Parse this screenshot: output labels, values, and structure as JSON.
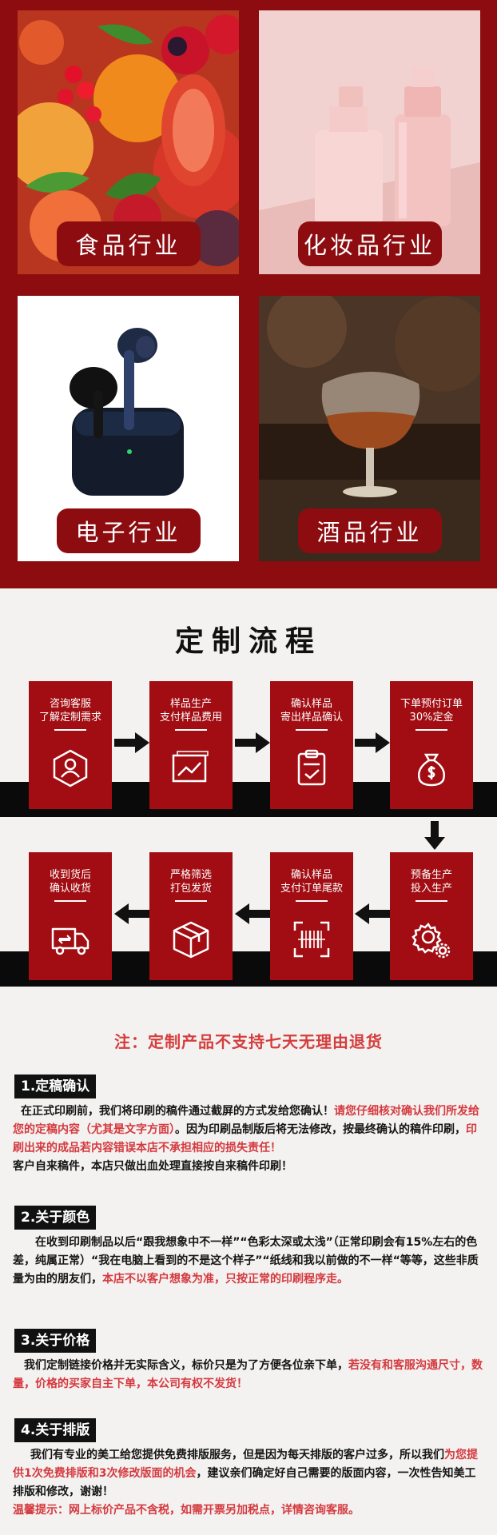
{
  "industries": {
    "food": "食品行业",
    "cosmetic": "化妆品行业",
    "electronic": "电子行业",
    "wine": "酒品行业"
  },
  "process": {
    "title": "定制流程",
    "steps": [
      {
        "line1": "咨询客服",
        "line2": "了解定制需求",
        "icon": "consult-icon"
      },
      {
        "line1": "样品生产",
        "line2": "支付样品费用",
        "icon": "image-chart-icon"
      },
      {
        "line1": "确认样品",
        "line2": "寄出样品确认",
        "icon": "clipboard-check-icon"
      },
      {
        "line1": "下单预付订单",
        "line2": "30%定金",
        "icon": "money-bag-icon"
      },
      {
        "line1": "预备生产",
        "line2": "投入生产",
        "icon": "gear-icon"
      },
      {
        "line1": "确认样品",
        "line2": "支付订单尾款",
        "icon": "barcode-scan-icon"
      },
      {
        "line1": "严格筛选",
        "line2": "打包发货",
        "icon": "package-box-icon"
      },
      {
        "line1": "收到货后",
        "line2": "确认收货",
        "icon": "delivery-truck-icon"
      }
    ]
  },
  "notice": "注：定制产品不支持七天无理由退货",
  "sections": [
    {
      "title": "1.定稿确认",
      "parts": [
        {
          "text": "在正式印刷前，我们将印刷的稿件通过截屏的方式发给您确认！",
          "red": false
        },
        {
          "text": "请您仔细核对确认我们所发给您的定稿内容（尤其是文字方面）",
          "red": true
        },
        {
          "text": "。因为印刷品制版后将无法修改，按最终确认的稿件印刷，",
          "red": false
        },
        {
          "text": "印刷出来的成品若内容错误本店不承担相应的损失责任！",
          "red": true
        },
        {
          "text": "客户自来稿件，本店只做出血处理直接按自来稿件印刷！",
          "red": false
        }
      ]
    },
    {
      "title": "2.关于颜色",
      "parts": [
        {
          "text": "在收到印刷制品以后“跟我想象中不一样”“色彩太深或太浅”（正常印刷会有15%左右的色差，纯属正常）“我在电脑上看到的不是这个样子”“纸线和我以前做的不一样“等等，这些非质量为由的朋友们，",
          "red": false
        },
        {
          "text": "本店不以客户想象为准，只按正常的印刷程序走。",
          "red": true
        }
      ]
    },
    {
      "title": "3.关于价格",
      "parts": [
        {
          "text": "我们定制链接价格并无实际含义，标价只是为了方便各位亲下单，",
          "red": false
        },
        {
          "text": "若没有和客服沟通尺寸，数量，价格的买家自主下单，本公司有权不发货！",
          "red": true
        }
      ]
    },
    {
      "title": "4.关于排版",
      "parts": [
        {
          "text": "我们有专业的美工给您提供免费排版服务，但是因为每天排版的客户过多，所以我们",
          "red": false
        },
        {
          "text": "为您提供1次免费排版和3次修改版面的机会",
          "red": true
        },
        {
          "text": "，建议亲们确定好自己需要的版面内容，一次性告知美工排版和修改，谢谢！",
          "red": false
        }
      ],
      "tip": "温馨提示：网上标价产品不含税，如需开票另加税点，详情咨询客服。"
    }
  ]
}
